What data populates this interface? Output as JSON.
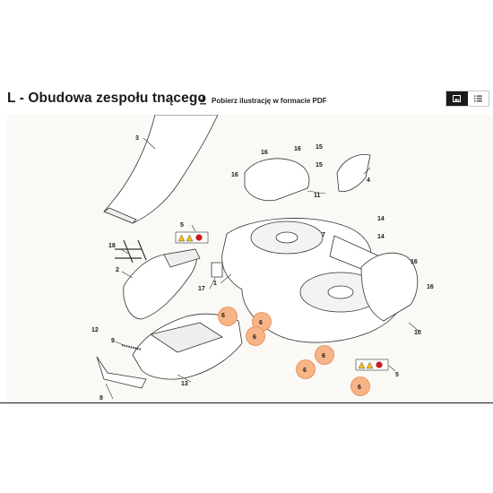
{
  "header": {
    "title": "L - Obudowa zespołu tnącego",
    "download_label": "Pobierz ilustrację w formacie PDF",
    "download_icon": "download-icon",
    "view_image_icon": "image-icon",
    "view_list_icon": "list-icon"
  },
  "colors": {
    "hotspot_fill": "#f6b487",
    "hotspot_stroke": "#e8874f",
    "line": "#333333",
    "background": "#faf9f6"
  },
  "parts": {
    "p1": "1",
    "p2": "2",
    "p3": "3",
    "p4": "4",
    "p5a": "5",
    "p5b": "5",
    "p6a": "6",
    "p6b": "6",
    "p6c": "6",
    "p6d": "6",
    "p6e": "6",
    "p6f": "6",
    "p7": "7",
    "p8": "8",
    "p9": "9",
    "p10": "10",
    "p11": "11",
    "p12": "12",
    "p13": "13",
    "p14a": "14",
    "p14b": "14",
    "p15a": "15",
    "p15b": "15",
    "p16a": "16",
    "p16b": "16",
    "p16c": "16",
    "p16d": "16",
    "p16e": "16",
    "p17": "17",
    "p18": "18"
  }
}
